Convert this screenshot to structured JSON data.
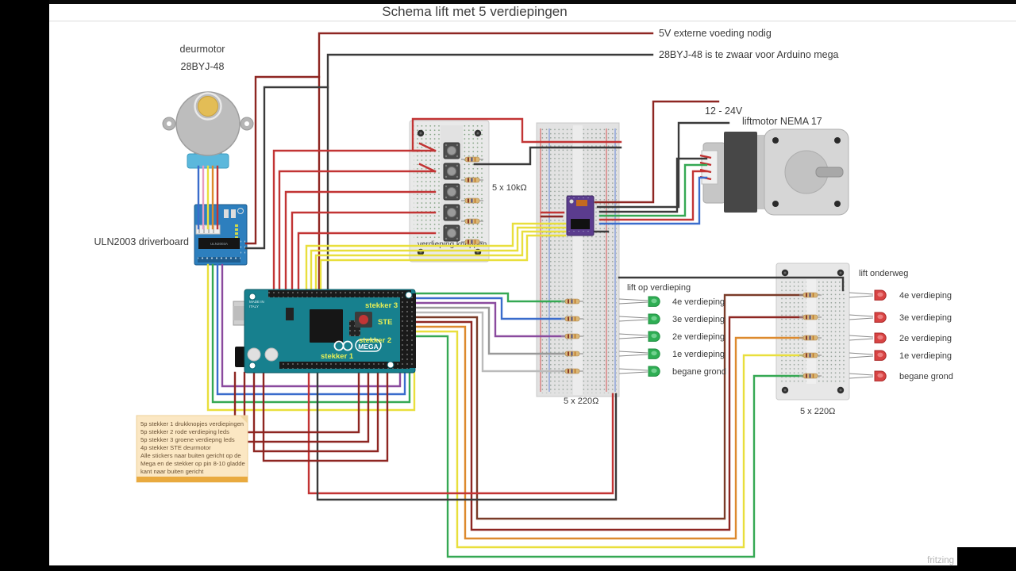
{
  "title": "Schema lift met 5 verdiepingen",
  "annotations": {
    "power5v": "5V externe voeding nodig",
    "too_heavy": "28BYJ-48 is te zwaar voor Arduino mega",
    "motor_power": "12 - 24V"
  },
  "door_motor": {
    "name": "deurmotor",
    "model": "28BYJ-48"
  },
  "uln_board": {
    "label": "ULN2003 driverboard",
    "chip": "ULN2003A"
  },
  "arduino": {
    "logo": "MEGA",
    "made_in_1": "MADE IN",
    "made_in_2": "ITALY",
    "stekker1": "stekker 1",
    "stekker2": "stekker 2",
    "stekker3": "stekker 3",
    "ste": "STE"
  },
  "button_board": {
    "label": "verdieping knoppen",
    "resistor_note": "5 x 10kΩ"
  },
  "main_breadboard": {
    "resistor_note": "5 x 220Ω"
  },
  "lift_motor": {
    "label": "liftmotor NEMA 17"
  },
  "green_leds": {
    "header": "lift op verdieping",
    "labels": [
      "4e verdieping",
      "3e verdieping",
      "2e verdieping",
      "1e verdieping",
      "begane grond"
    ]
  },
  "red_leds": {
    "header": "lift onderweg",
    "resistor_note": "5 x 220Ω",
    "labels": [
      "4e verdieping",
      "3e verdieping",
      "2e verdieping",
      "1e verdieping",
      "begane grond"
    ]
  },
  "note": {
    "lines": [
      "5p stekker 1 drukknopjes verdiepingen",
      "5p stekker 2 rode verdieping leds",
      "5p stekker 3 groene verdiepng leds",
      "4p stekker STE deurmotor",
      "Alle stickers naar buiten gericht op de",
      "Mega en de stekker op pin 8-10 gladde",
      "kant naar buiten gericht"
    ]
  },
  "watermark": "fritzing",
  "colors": {
    "wire_red": "#c23434",
    "wire_dark_red": "#8e2622",
    "wire_black": "#3a3a3a",
    "wire_yellow": "#e9df3c",
    "wire_green": "#35a853",
    "wire_blue": "#3a6ccc",
    "wire_purple": "#8a4a9e",
    "wire_orange": "#dd8a2e",
    "led_green": "#2fae54",
    "led_red": "#d84444",
    "board_blue": "#2d7fbe",
    "arduino_teal": "#17808e",
    "driver_purple": "#5b3c8e"
  }
}
